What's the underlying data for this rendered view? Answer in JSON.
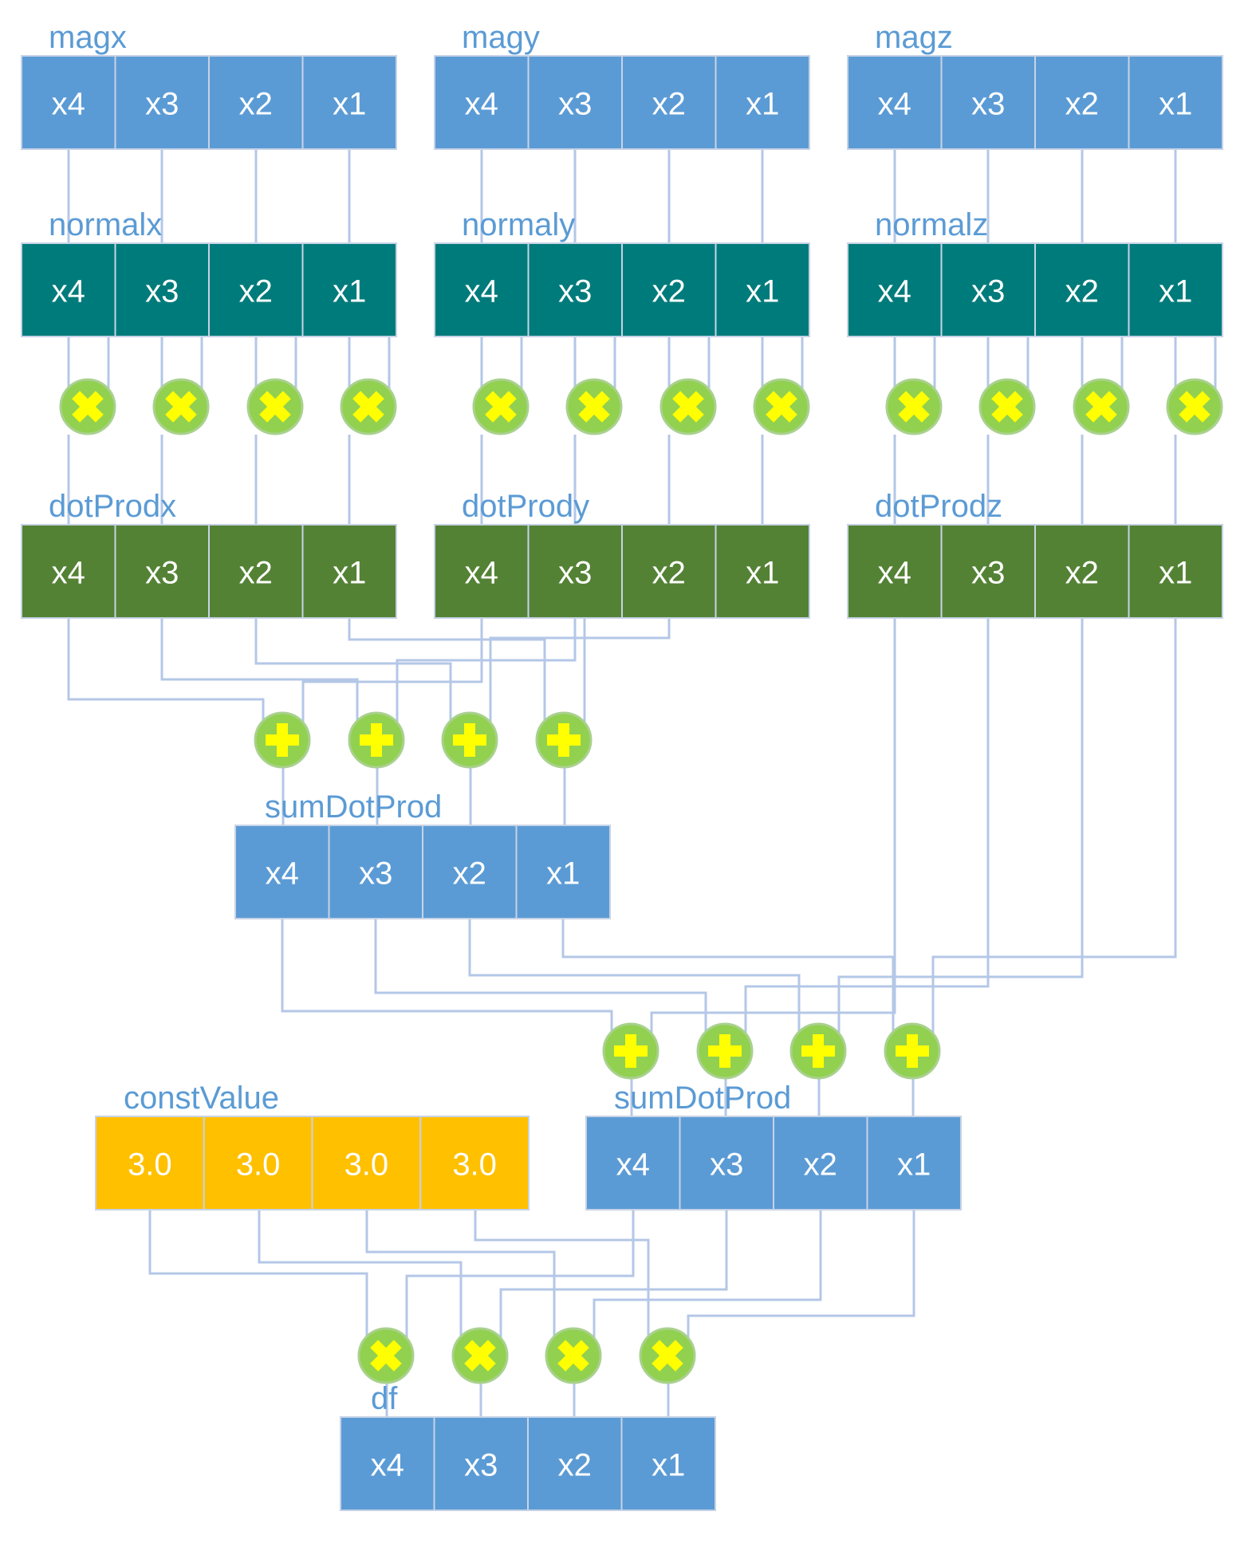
{
  "registers": [
    {
      "id": "magx",
      "label": "magx",
      "cells": [
        "x4",
        "x3",
        "x2",
        "x1"
      ],
      "color": "#5b9bd5"
    },
    {
      "id": "magy",
      "label": "magy",
      "cells": [
        "x4",
        "x3",
        "x2",
        "x1"
      ],
      "color": "#5b9bd5"
    },
    {
      "id": "magz",
      "label": "magz",
      "cells": [
        "x4",
        "x3",
        "x2",
        "x1"
      ],
      "color": "#5b9bd5"
    },
    {
      "id": "normalx",
      "label": "normalx",
      "cells": [
        "x4",
        "x3",
        "x2",
        "x1"
      ],
      "color": "#007b7b"
    },
    {
      "id": "normaly",
      "label": "normaly",
      "cells": [
        "x4",
        "x3",
        "x2",
        "x1"
      ],
      "color": "#007b7b"
    },
    {
      "id": "normalz",
      "label": "normalz",
      "cells": [
        "x4",
        "x3",
        "x2",
        "x1"
      ],
      "color": "#007b7b"
    },
    {
      "id": "dotProdx",
      "label": "dotProdx",
      "cells": [
        "x4",
        "x3",
        "x2",
        "x1"
      ],
      "color": "#548235"
    },
    {
      "id": "dotPrody",
      "label": "dotPrody",
      "cells": [
        "x4",
        "x3",
        "x2",
        "x1"
      ],
      "color": "#548235"
    },
    {
      "id": "dotProdz",
      "label": "dotProdz",
      "cells": [
        "x4",
        "x3",
        "x2",
        "x1"
      ],
      "color": "#548235"
    },
    {
      "id": "sumDotProd1",
      "label": "sumDotProd",
      "cells": [
        "x4",
        "x3",
        "x2",
        "x1"
      ],
      "color": "#5b9bd5"
    },
    {
      "id": "constValue",
      "label": "constValue",
      "cells": [
        "3.0",
        "3.0",
        "3.0",
        "3.0"
      ],
      "color": "#ffc000"
    },
    {
      "id": "sumDotProd2",
      "label": "sumDotProd",
      "cells": [
        "x4",
        "x3",
        "x2",
        "x1"
      ],
      "color": "#5b9bd5"
    },
    {
      "id": "df",
      "label": "df",
      "cells": [
        "x4",
        "x3",
        "x2",
        "x1"
      ],
      "color": "#5b9bd5"
    }
  ],
  "operators": [
    {
      "group": "mul-x",
      "symbol": "multiply",
      "count": 4
    },
    {
      "group": "mul-y",
      "symbol": "multiply",
      "count": 4
    },
    {
      "group": "mul-z",
      "symbol": "multiply",
      "count": 4
    },
    {
      "group": "add-xy",
      "symbol": "add",
      "count": 4
    },
    {
      "group": "add-z",
      "symbol": "add",
      "count": 4
    },
    {
      "group": "mul-const",
      "symbol": "multiply",
      "count": 4
    }
  ],
  "colors": {
    "wire": "#b4c7e7",
    "operator_fill": "#92d050",
    "operator_glyph": "#ffff00",
    "label": "#5b9bd5"
  }
}
